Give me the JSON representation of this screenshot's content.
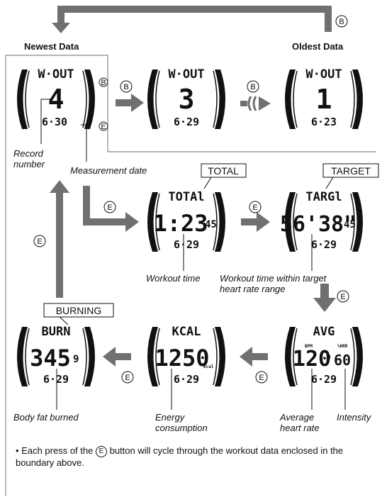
{
  "header": {
    "newest": "Newest Data",
    "oldest": "Oldest Data"
  },
  "button_b": "B",
  "button_e": "E",
  "displays": {
    "wout4": {
      "top": "W·OUT",
      "main": "4",
      "date": "6·30"
    },
    "wout3": {
      "top": "W·OUT",
      "main": "3",
      "date": "6·29"
    },
    "wout1": {
      "top": "W·OUT",
      "main": "1",
      "date": "6·23"
    },
    "total": {
      "tag": "TOTAL",
      "top": "TOTAl",
      "main": "1:23",
      "sub": "45",
      "date": "6·29"
    },
    "target": {
      "tag": "TARGET",
      "top": "TARGl",
      "main": "56'38\"",
      "sub": "45",
      "date": "6·29"
    },
    "avg": {
      "top": "AVG",
      "main": "120",
      "sub": "60",
      "unit_bpm": "BPM",
      "unit_hrr": "%HRR",
      "date": "6·29"
    },
    "kcal": {
      "top": "KCAL",
      "main": "1250",
      "unit": "kcal",
      "date": "6·29"
    },
    "burn": {
      "tag": "BURNING",
      "top": "BURN",
      "main": "345",
      "sub": "9",
      "date": "6·29"
    }
  },
  "labels": {
    "record_number": "Record number",
    "record_number_l1": "Record",
    "record_number_l2": "number",
    "measurement_date": "Measurement date",
    "workout_time": "Workout time",
    "target_time_l1": "Workout time within target",
    "target_time_l2": "heart rate range",
    "body_fat": "Body fat burned",
    "energy_l1": "Energy",
    "energy_l2": "consumption",
    "avg_hr_l1": "Average",
    "avg_hr_l2": "heart rate",
    "intensity": "Intensity"
  },
  "note": {
    "bullet": "•",
    "pre": "Each press of the",
    "post": "button will cycle through the workout data enclosed in the boundary above."
  }
}
